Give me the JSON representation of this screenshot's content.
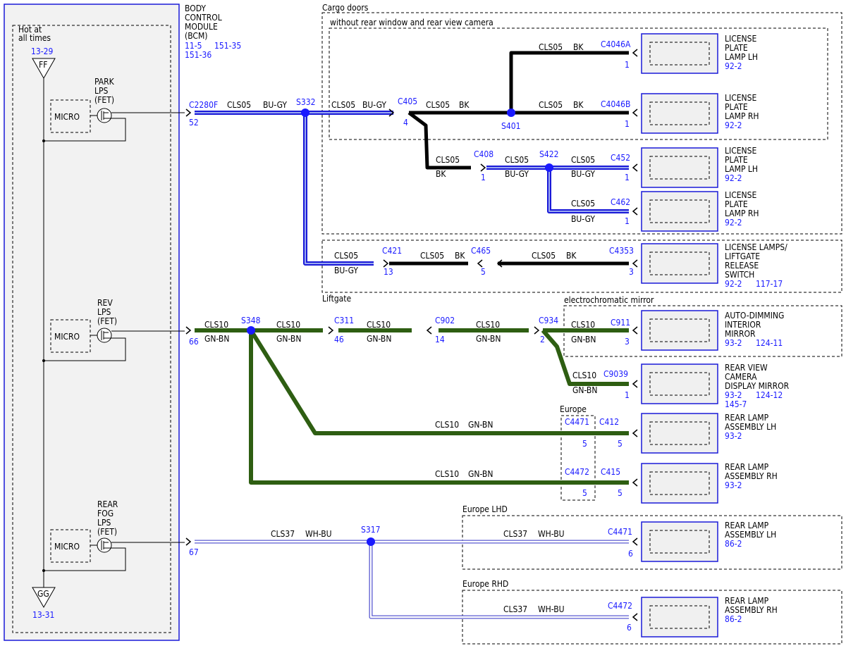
{
  "module": {
    "name_lines": [
      "BODY",
      "CONTROL",
      "MODULE",
      "(BCM)"
    ],
    "ref_a": "11-5",
    "ref_b": "151-35",
    "ref_c": "151-36"
  },
  "power": {
    "hot_lines": [
      "Hot at",
      "all times"
    ],
    "ff_ref": "13-29",
    "ff_label": "FF",
    "gg_label": "GG",
    "gg_ref": "13-31"
  },
  "switches": {
    "park": [
      "PARK",
      "LPS",
      "(FET)"
    ],
    "rev": [
      "REV",
      "LPS",
      "(FET)"
    ],
    "fog": [
      "REAR",
      "FOG",
      "LPS",
      "(FET)"
    ],
    "micro": "MICRO"
  },
  "groups": {
    "cargo": "Cargo doors",
    "no_cam": "without rear window and rear view camera",
    "liftgate": "Liftgate",
    "ecm": "electrochromatic mirror",
    "europe": "Europe",
    "lhd": "Europe LHD",
    "rhd": "Europe RHD"
  },
  "circuits": {
    "cls05": "CLS05",
    "cls10": "CLS10",
    "cls37": "CLS37",
    "bk": "BK",
    "bugy": "BU-GY",
    "gnbn": "GN-BN",
    "whbu": "WH-BU"
  },
  "connectors": {
    "c2280f": "C2280F",
    "p52": "52",
    "p66": "66",
    "p67": "67",
    "s332": "S332",
    "c405": "C405",
    "p4": "4",
    "s401": "S401",
    "c4046a": "C4046A",
    "c4046b": "C4046B",
    "p1": "1",
    "c408": "C408",
    "s422": "S422",
    "c452": "C452",
    "c462": "C462",
    "c421": "C421",
    "p13": "13",
    "c465": "C465",
    "p5": "5",
    "c4353": "C4353",
    "p3": "3",
    "s348": "S348",
    "c311": "C311",
    "p46": "46",
    "c902": "C902",
    "p14": "14",
    "c934": "C934",
    "p2": "2",
    "c911": "C911",
    "c9039": "C9039",
    "c4471": "C4471",
    "c4472": "C4472",
    "c412": "C412",
    "c415": "C415",
    "s317": "S317",
    "p6": "6"
  },
  "components": {
    "lp_lh": {
      "lines": [
        "LICENSE",
        "PLATE",
        "LAMP LH"
      ],
      "ref": "92-2"
    },
    "lp_rh": {
      "lines": [
        "LICENSE",
        "PLATE",
        "LAMP RH"
      ],
      "ref": "92-2"
    },
    "lp_lh2": {
      "lines": [
        "LICENSE",
        "PLATE",
        "LAMP LH"
      ],
      "ref": "92-2"
    },
    "lp_rh2": {
      "lines": [
        "LICENSE",
        "PLATE",
        "LAMP RH"
      ],
      "ref": "92-2"
    },
    "ll": {
      "lines": [
        "LICENSE LAMPS/",
        "LIFTGATE",
        "RELEASE",
        "SWITCH"
      ],
      "ref": "92-2",
      "ref2": "117-17"
    },
    "adm": {
      "lines": [
        "AUTO-DIMMING",
        "INTERIOR",
        "MIRROR"
      ],
      "ref": "93-2",
      "ref2": "124-11"
    },
    "rvc": {
      "lines": [
        "REAR VIEW",
        "CAMERA",
        "DISPLAY MIRROR"
      ],
      "ref": "93-2",
      "ref2": "124-12",
      "ref3": "145-7"
    },
    "rla_lh": {
      "lines": [
        "REAR LAMP",
        "ASSEMBLY LH"
      ],
      "ref": "93-2"
    },
    "rla_rh": {
      "lines": [
        "REAR LAMP",
        "ASSEMBLY RH"
      ],
      "ref": "93-2"
    },
    "rla_lh_eu": {
      "lines": [
        "REAR LAMP",
        "ASSEMBLY LH"
      ],
      "ref": "86-2"
    },
    "rla_rh_eu": {
      "lines": [
        "REAR LAMP",
        "ASSEMBLY RH"
      ],
      "ref": "86-2"
    }
  }
}
